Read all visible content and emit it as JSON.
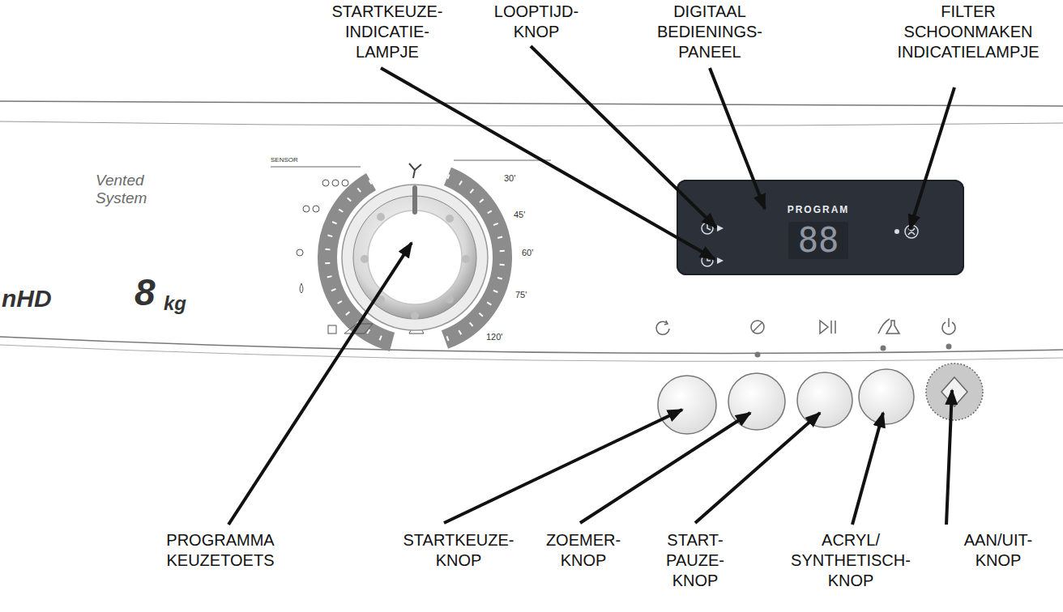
{
  "diagram": {
    "nodes": [
      {
        "text": [
          "PROGRAM",
          "88"
        ]
      }
    ],
    "labels": [
      "STARTKEUZE- INDICATIE- LAMPJE",
      "LOOPTIJD- KNOP",
      "DIGITAAL BEDIENINGS- PANEEL",
      "FILTER SCHOONMAKEN INDICATIELAMPJE",
      "Vented System",
      "nHD",
      "8",
      "kg",
      "SENSOR",
      "30'",
      "45'",
      "60'",
      "75'",
      "120'",
      "PROGRAMMA KEUZETOETS",
      "STARTKEUZE- KNOP",
      "ZOEMER- KNOP",
      "START- PAUZE- KNOP",
      "ACRYL/ SYNTHETISCH- KNOP",
      "AAN/UIT- KNOP"
    ]
  }
}
